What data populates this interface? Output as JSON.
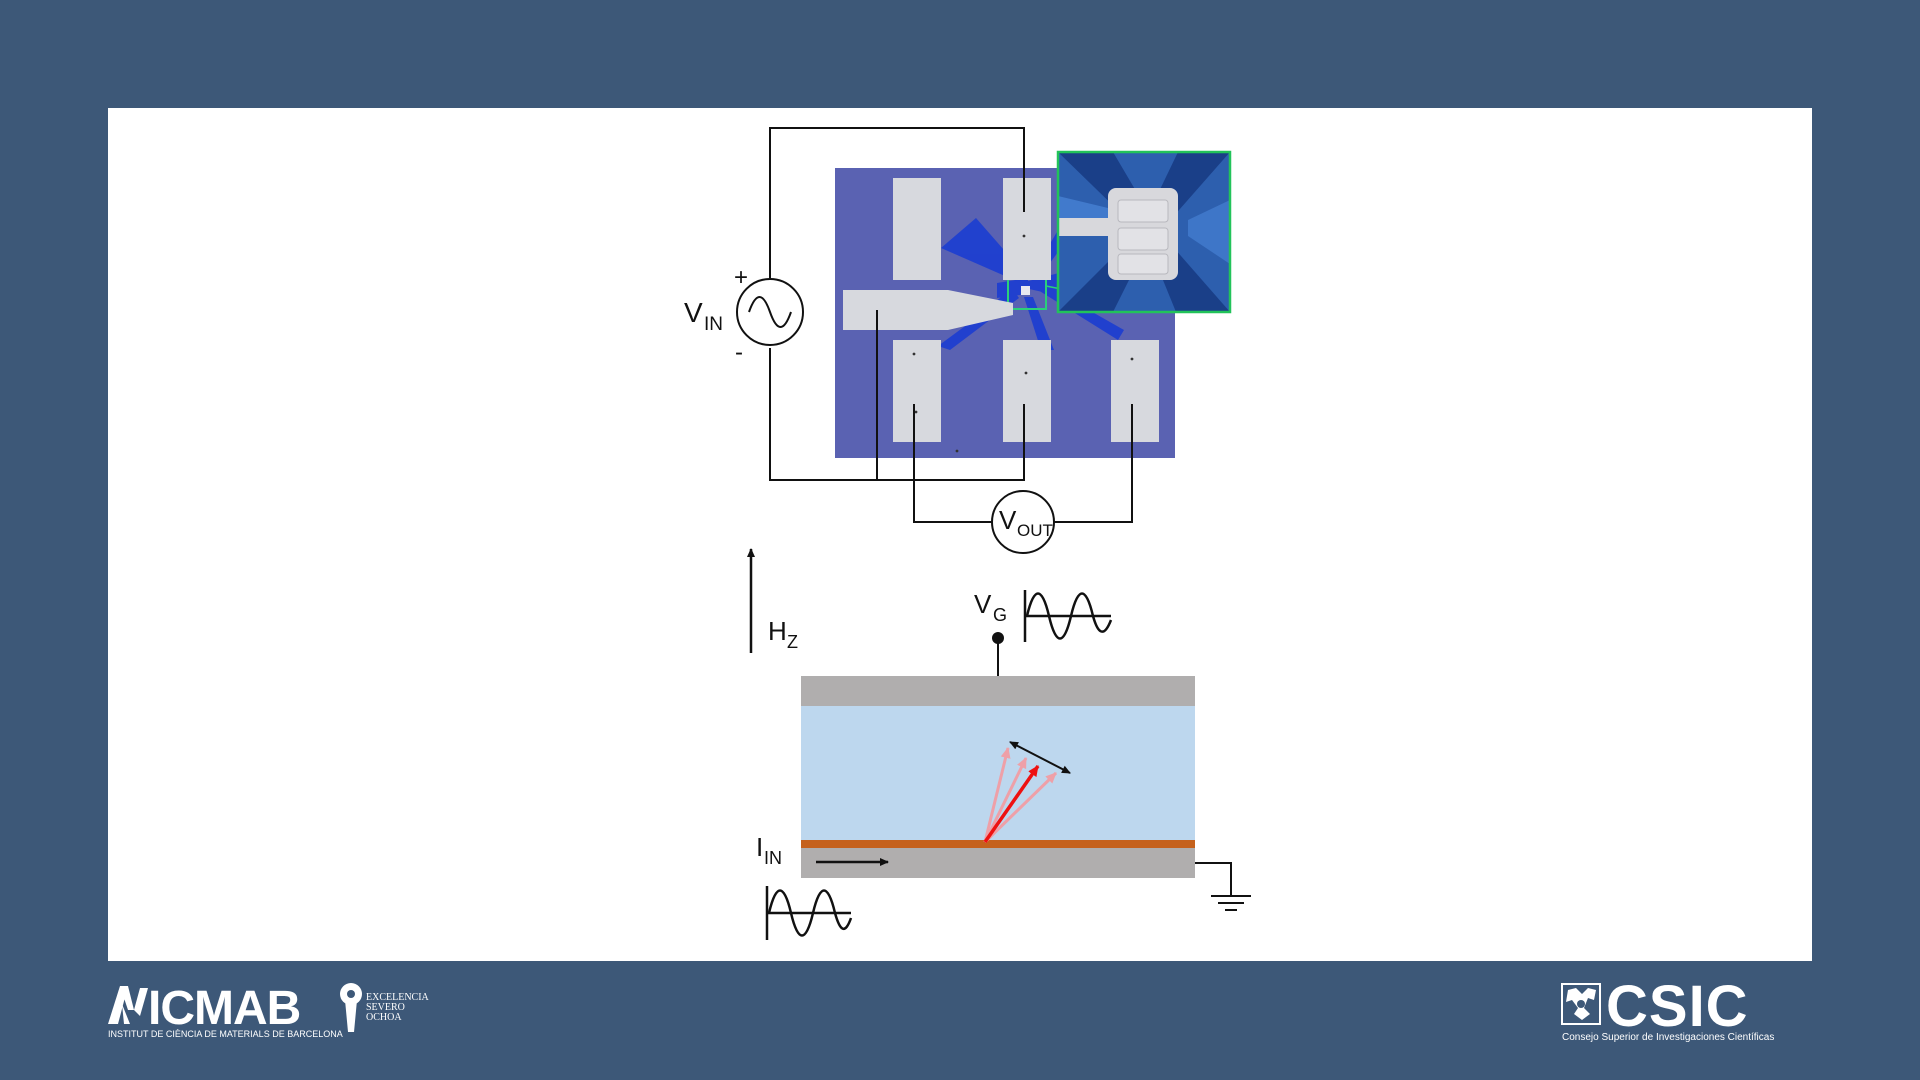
{
  "diagram": {
    "circuit_top": {
      "source_label_main": "V",
      "source_label_sub": "IN",
      "plus_sign": "+",
      "minus_sign": "-",
      "meter_label_main": "V",
      "meter_label_sub": "OUT"
    },
    "stack_bottom": {
      "field_label_main": "H",
      "field_label_sub": "Z",
      "gate_label_main": "V",
      "gate_label_sub": "G",
      "current_label_main": "I",
      "current_label_sub": "IN"
    },
    "colors": {
      "background": "#3d5878",
      "substrate": "#5860b0",
      "pads": "#d7d9de",
      "inset_border": "#22c35a",
      "gate_layer": "#b0aeae",
      "dielectric": "#bdd7ee",
      "interface": "#c5611c",
      "arrow_red": "#ee1111"
    }
  },
  "footer": {
    "left_logo": {
      "name": "ICMAB",
      "badge": "EXCELENCIA SEVERO OCHOA",
      "badge_lines": [
        "EXCELENCIA",
        "SEVERO",
        "OCHOA"
      ],
      "subtitle": "INSTITUT DE CIÈNCIA DE MATERIALS DE BARCELONA"
    },
    "right_logo": {
      "name": "CSIC",
      "subtitle": "Consejo Superior de Investigaciones Científicas"
    }
  }
}
